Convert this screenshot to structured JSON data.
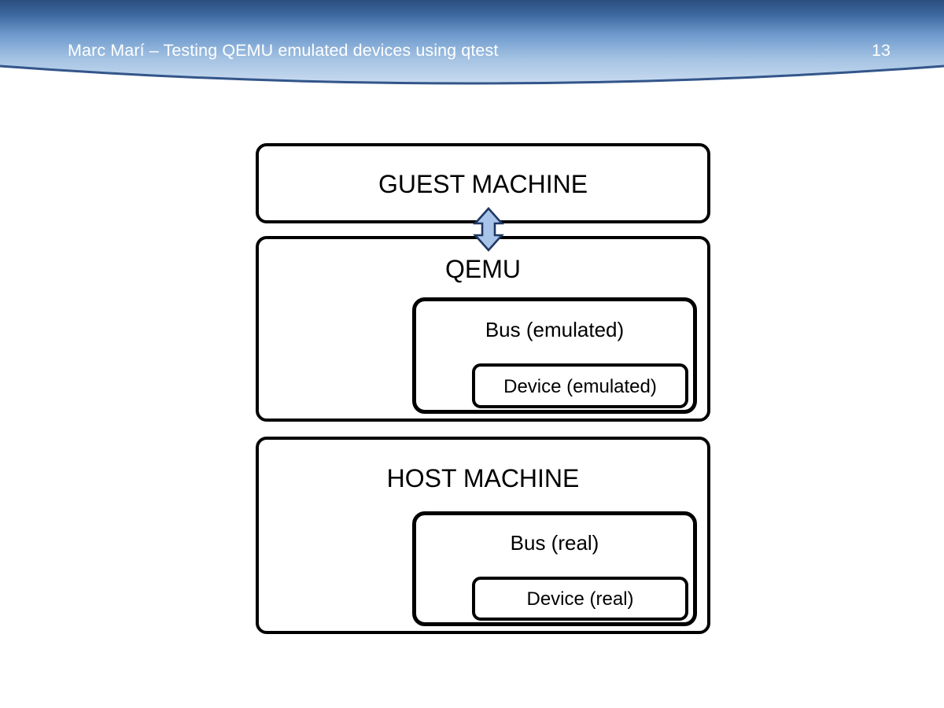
{
  "slide": {
    "page_number": "13",
    "background_color": "#ffffff"
  },
  "header": {
    "title": "Marc Marí – Testing QEMU emulated devices using qtest",
    "page_number": "13",
    "gradient_top_color": "#2c4f80",
    "gradient_bottom_color": "#c3d6ec",
    "curve_stroke_color": "#33558a",
    "text_color": "#ffffff"
  },
  "diagram": {
    "type": "nested-boxes",
    "border_color": "#000000",
    "fill_color": "#ffffff",
    "boxes": [
      {
        "id": "guest-machine",
        "label": "GUEST MACHINE",
        "level": 1
      },
      {
        "id": "qemu",
        "label": "QEMU",
        "level": 1,
        "children": [
          {
            "id": "bus-emulated",
            "label": "Bus (emulated)",
            "level": 2,
            "children": [
              {
                "id": "device-emulated",
                "label": "Device (emulated)",
                "level": 3
              }
            ]
          }
        ]
      },
      {
        "id": "host-machine",
        "label": "HOST MACHINE",
        "level": 1,
        "children": [
          {
            "id": "bus-real",
            "label": "Bus (real)",
            "level": 2,
            "children": [
              {
                "id": "device-real",
                "label": "Device (real)",
                "level": 3
              }
            ]
          }
        ]
      }
    ],
    "connectors": [
      {
        "id": "guest-qemu-arrow",
        "kind": "double-headed-vertical-arrow",
        "from": "guest-machine",
        "to": "qemu",
        "fill_color": "#a8c4e8",
        "stroke_color": "#1f3864"
      }
    ],
    "labels": {
      "guest_machine": "GUEST MACHINE",
      "qemu": "QEMU",
      "bus_emulated": "Bus (emulated)",
      "device_emulated": "Device (emulated)",
      "host_machine": "HOST MACHINE",
      "bus_real": "Bus (real)",
      "device_real": "Device (real)"
    }
  }
}
